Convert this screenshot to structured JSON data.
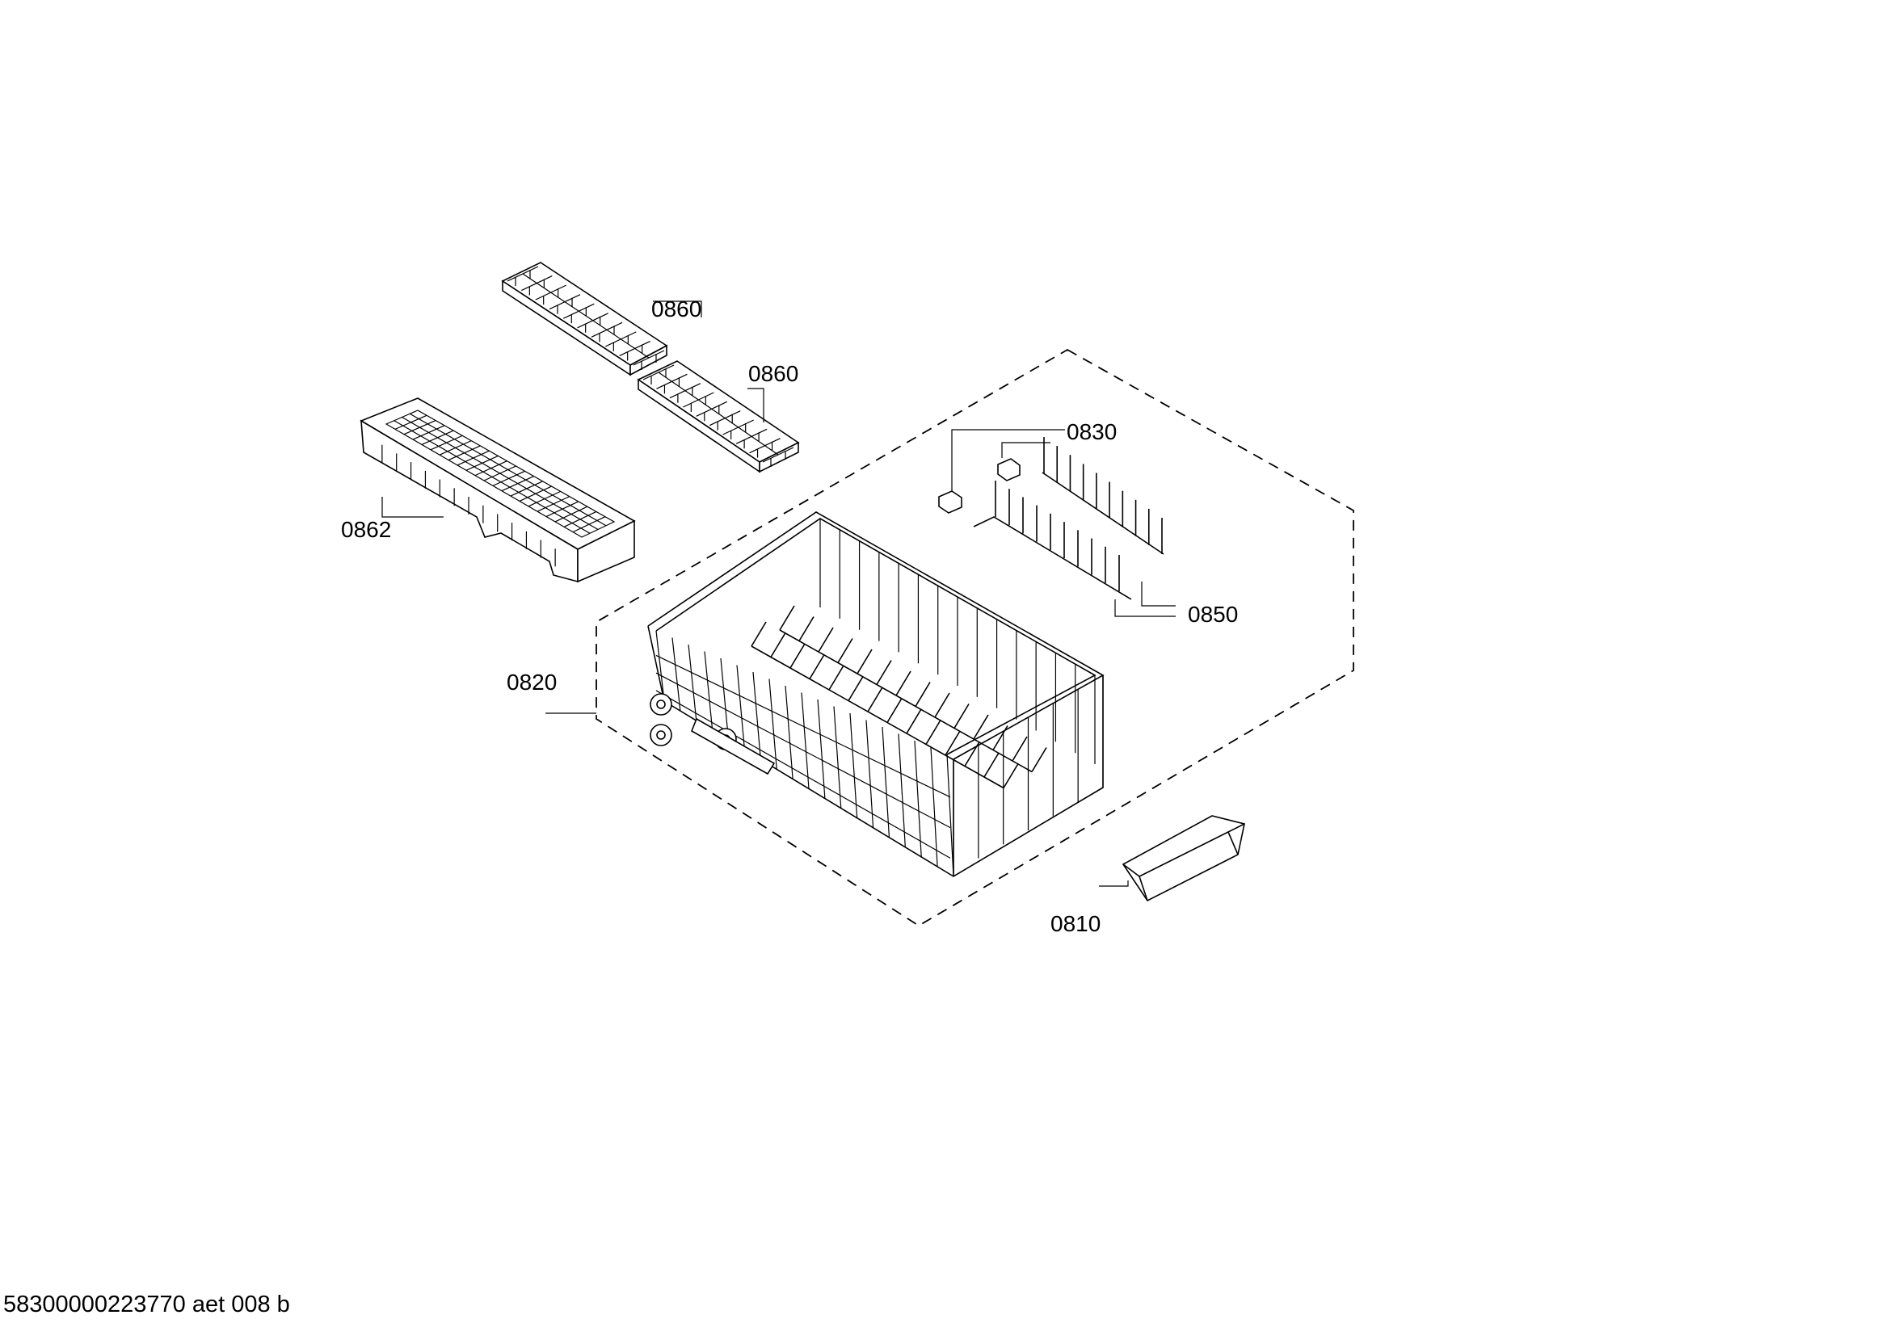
{
  "parts": [
    {
      "id": "p0860a",
      "number": "0860",
      "icon": "cutlery-rack-insert"
    },
    {
      "id": "p0860b",
      "number": "0860",
      "icon": "cutlery-rack-insert"
    },
    {
      "id": "p0862",
      "number": "0862",
      "icon": "cutlery-basket"
    },
    {
      "id": "p0830",
      "number": "0830",
      "icon": "clip"
    },
    {
      "id": "p0850",
      "number": "0850",
      "icon": "plate-rack"
    },
    {
      "id": "p0820",
      "number": "0820",
      "icon": "upper-basket"
    },
    {
      "id": "p0810",
      "number": "0810",
      "icon": "handle"
    }
  ],
  "footer": {
    "text": "58300000223770 aet 008 b"
  }
}
